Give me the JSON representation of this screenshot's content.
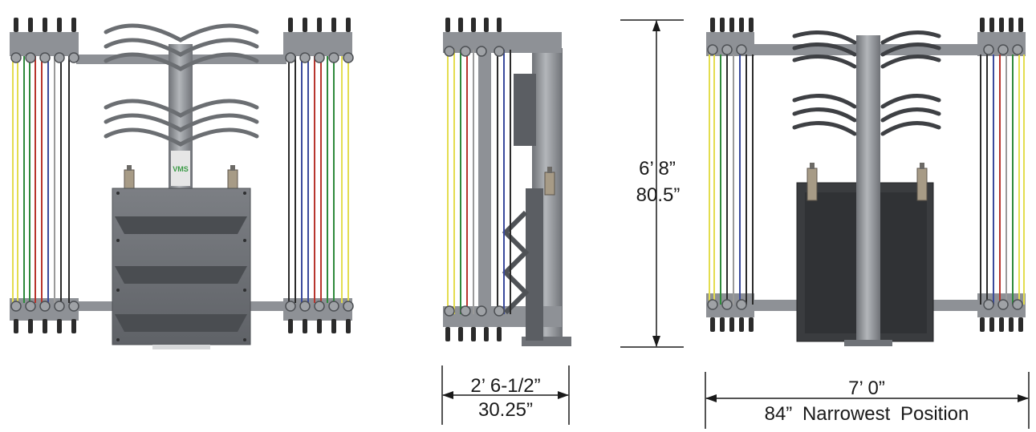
{
  "views": {
    "front": {
      "name": "front-view"
    },
    "side": {
      "name": "side-view"
    },
    "rear": {
      "name": "rear-view"
    }
  },
  "dimensions": {
    "height": {
      "feet_inches": "6’ 8”",
      "inches": "80.5”"
    },
    "depth": {
      "feet_inches": "2’ 6-1/2”",
      "inches": "30.25”"
    },
    "width": {
      "feet_inches": "7’ 0”",
      "inches": "84”  Narrowest  Position"
    }
  },
  "colors": {
    "frame": "#8e9196",
    "frame_dark": "#5b5e63",
    "plate_dark": "#3a3c3f",
    "handle": "#6b6e72",
    "band_yellow": "#e4dd4f",
    "band_green": "#2f8a3c",
    "band_red": "#b8352e",
    "band_blue": "#3a4a9c",
    "band_black": "#2b2b2b",
    "band_gray": "#9a9a9a",
    "dim_line": "#1a1a1a"
  },
  "icons": {
    "pulley": "pulley-wheel-icon",
    "hook": "carabiner-hook-icon",
    "bottle": "bottle-holder-icon"
  }
}
